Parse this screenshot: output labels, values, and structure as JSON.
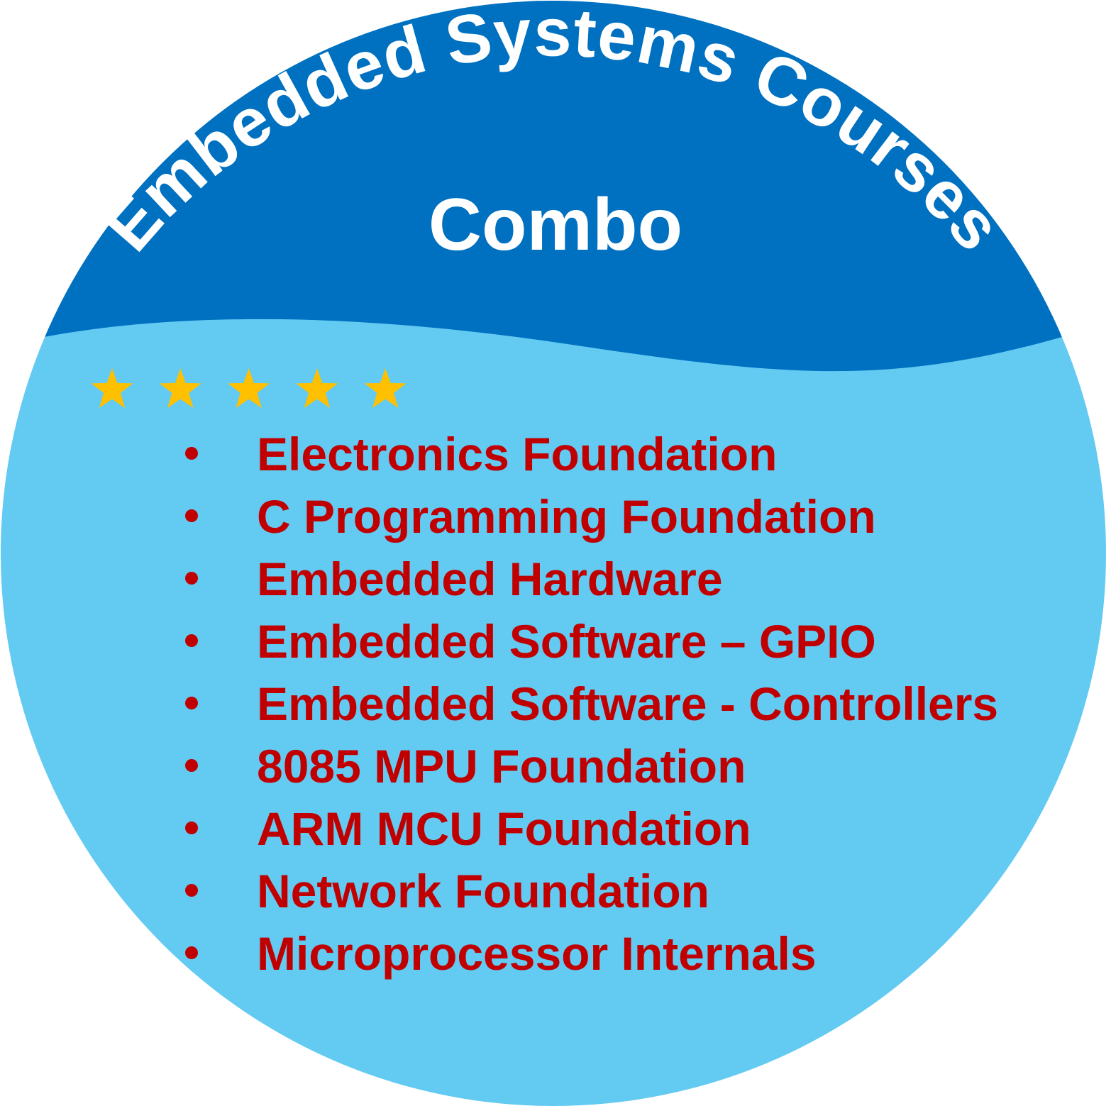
{
  "badge": {
    "title": "Embedded Systems Courses",
    "subtitle": "Combo",
    "rating": 5,
    "rating_max": 5,
    "courses": [
      "Electronics Foundation",
      "C Programming Foundation",
      "Embedded Hardware",
      "Embedded Software – GPIO",
      "Embedded Software - Controllers",
      "8085 MPU Foundation",
      "ARM MCU Foundation",
      "Network Foundation",
      "Microprocessor Internals"
    ]
  },
  "colors": {
    "dark_blue": "#0070C0",
    "light_blue": "#63CAF2",
    "star": "#FFC000",
    "course_text": "#C00000",
    "title_text": "#FFFFFF"
  }
}
